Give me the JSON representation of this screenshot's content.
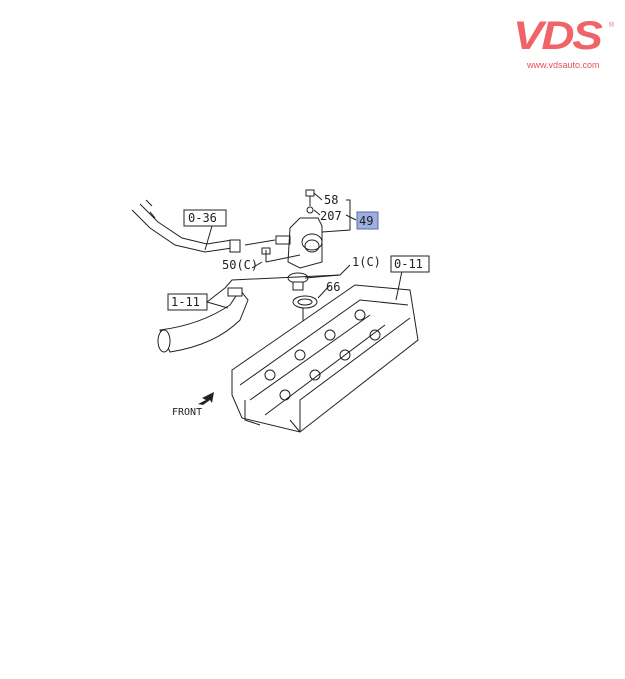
{
  "logo": {
    "brand": "VDS",
    "registered": "®",
    "url": "www.vdsauto.com",
    "color": "#f06468"
  },
  "diagram": {
    "callouts": {
      "c58": "58",
      "c207": "207",
      "c49": "49",
      "c036": "0-36",
      "c50c": "50(C)",
      "c1c": "1(C)",
      "c011": "0-11",
      "c66": "66",
      "c111": "1-11"
    },
    "direction_label": "FRONT",
    "highlight_color": "#9fb0e0"
  }
}
